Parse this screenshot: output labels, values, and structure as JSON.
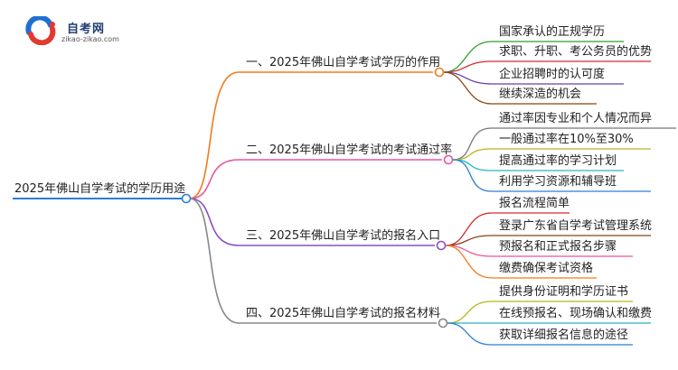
{
  "logo": {
    "title": "自考网",
    "subtitle": "zikao-zikao.com"
  },
  "root": {
    "label": "2025年佛山自学考试的学历用途"
  },
  "branches": [
    {
      "label": "一、2025年佛山自学考试学历的作用",
      "color": "#f07c1c",
      "children": [
        {
          "label": "国家承认的正规学历",
          "color": "#2aa12a"
        },
        {
          "label": "求职、升职、考公务员的优势",
          "color": "#d42c2c"
        },
        {
          "label": "企业招聘时的认可度",
          "color": "#6a3fb0"
        },
        {
          "label": "继续深造的机会",
          "color": "#8b4513"
        }
      ]
    },
    {
      "label": "二、2025年佛山自学考试的考试通过率",
      "color": "#e8559a",
      "children": [
        {
          "label": "通过率因专业和个人情况而异",
          "color": "#777777"
        },
        {
          "label": "一般通过率在10%至30%",
          "color": "#b6b51f"
        },
        {
          "label": "提高通过率的学习计划",
          "color": "#28b3c6"
        },
        {
          "label": "利用学习资源和辅导班",
          "color": "#2a7fd4"
        }
      ]
    },
    {
      "label": "三、2025年佛山自学考试的报名入口",
      "color": "#8a4fc9",
      "children": [
        {
          "label": "报名流程简单",
          "color": "#d42c2c"
        },
        {
          "label": "登录广东省自学考试管理系统",
          "color": "#8b4513"
        },
        {
          "label": "预报名和正式报名步骤",
          "color": "#e8559a"
        },
        {
          "label": "缴费确保考试资格",
          "color": "#f07c1c"
        }
      ]
    },
    {
      "label": "四、2025年佛山自学考试的报名材料",
      "color": "#888888",
      "children": [
        {
          "label": "提供身份证明和学历证书",
          "color": "#b6b51f"
        },
        {
          "label": "在线预报名、现场确认和缴费",
          "color": "#28b3c6"
        },
        {
          "label": "获取详细报名信息的途径",
          "color": "#2a7fd4"
        }
      ]
    }
  ]
}
